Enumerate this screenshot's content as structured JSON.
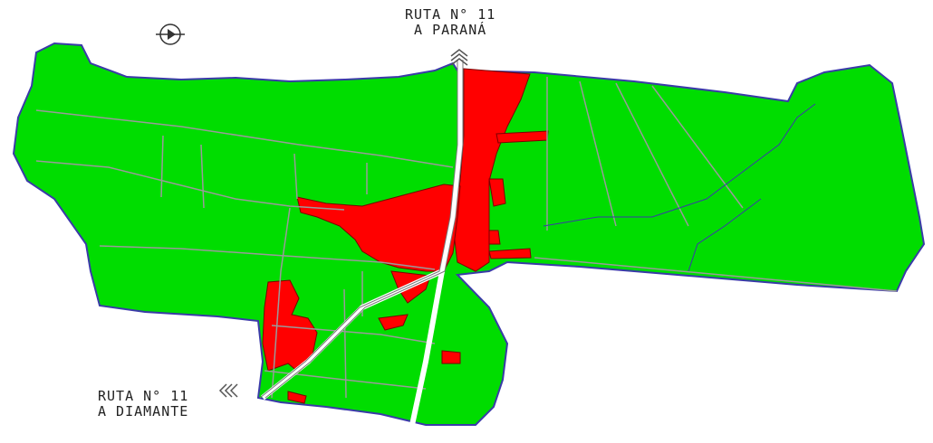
{
  "map": {
    "labels": {
      "north_road": {
        "line1": "RUTA N° 11",
        "line2": "A PARANÁ"
      },
      "southwest_road": {
        "line1": "RUTA N° 11",
        "line2": "A DIAMANTE"
      }
    },
    "colors": {
      "rural_zone": "#00dd00",
      "urban_zone": "#ff0000",
      "border": "#3a3aa8",
      "roads": "#888888",
      "background": "#ffffff"
    },
    "icons": [
      "compass-north-icon",
      "road-direction-chevron-icon"
    ]
  }
}
